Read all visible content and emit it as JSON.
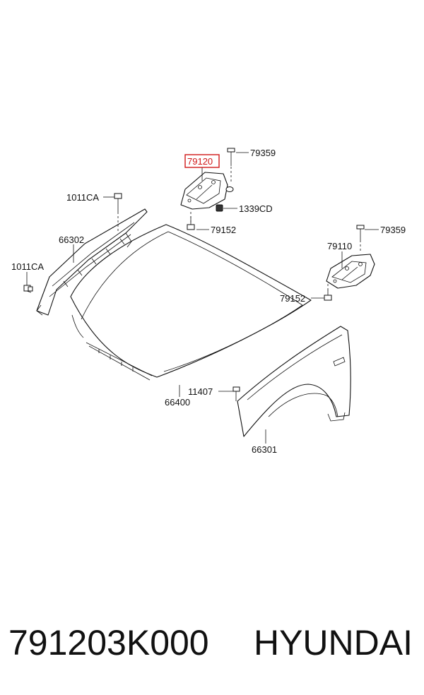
{
  "diagram": {
    "highlighted_part": "79120",
    "labels": {
      "bolt_top_center": "79359",
      "hinge_left": "79120",
      "nut_left": "1339CD",
      "bolt_left_lower": "79152",
      "bolt_stay_top": "1011CA",
      "stay_left": "66302",
      "bolt_stay_side": "1011CA",
      "bolt_top_right": "79359",
      "hinge_right": "79110",
      "bolt_right_lower": "79152",
      "bolt_fender": "11407",
      "hood": "66400",
      "fender": "66301"
    }
  },
  "caption": {
    "part_number": "791203K000",
    "brand": "HYUNDAI"
  }
}
